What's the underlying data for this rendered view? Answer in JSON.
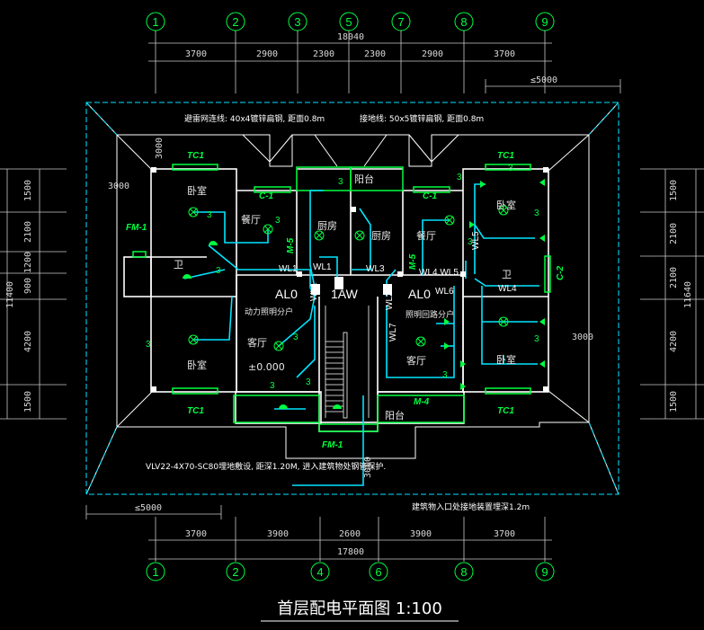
{
  "title": "首层配电平面图  1:100",
  "axes_top": [
    "1",
    "2",
    "3",
    "5",
    "7",
    "8",
    "9"
  ],
  "axes_bottom": [
    "1",
    "2",
    "4",
    "6",
    "8",
    "9"
  ],
  "top_total": "18040",
  "top_dims": [
    "3700",
    "2900",
    "2300",
    "2300",
    "2900",
    "3700"
  ],
  "top_right_dim": "≤5000",
  "bottom_dims": [
    "3700",
    "3900",
    "2600",
    "3900",
    "3700"
  ],
  "bottom_total": "17800",
  "bottom_left_dim": "≤5000",
  "left_dims": [
    "1500",
    "2100",
    "1200",
    "900",
    "4200",
    "1500"
  ],
  "left_total": "11400",
  "right_dims": [
    "1500",
    "2100",
    "2100",
    "4200",
    "1500"
  ],
  "right_total": "11640",
  "misc_dims": {
    "d3000_a": "3000",
    "d3000_b": "3000",
    "d3000_c": "3000",
    "d3000_d": "3000"
  },
  "notes": {
    "lightning": "避雷网连线: 40x4镀锌扁钢, 距面0.8m",
    "ground": "接地线: 50x5镀锌扁钢, 距面0.8m",
    "cable": "VLV22-4X70-SC80埋地敷设, 距深1.20M, 进入建筑物处钢管保护.",
    "entry": "建筑物入口处接地装置埋深1.2m",
    "elevation": "±0.000"
  },
  "rooms": {
    "bedroom": "卧室",
    "dining": "餐厅",
    "kitchen": "厨房",
    "living": "客厅",
    "toilet": "卫",
    "balcony": "阳台",
    "power_left": "动力照明分户",
    "power_right": "照明回路分户"
  },
  "wl": [
    "WL1",
    "WL2",
    "WL3",
    "WL4",
    "WL5",
    "WL6",
    "WL7",
    "WL4.WL5"
  ],
  "panels": [
    "AL0",
    "1AW",
    "AL0"
  ],
  "door_labels": [
    "TC1",
    "TC1",
    "TC1",
    "TC1",
    "C-1",
    "C-1",
    "C-2",
    "FM-1",
    "FM-1",
    "M-4",
    "M-5",
    "M-5"
  ],
  "circuit_mark": "3",
  "colors": {
    "wall": "#ffffff",
    "wire": "#00e5ff",
    "door": "#00ff40",
    "dim": "#d8d8d8",
    "device": "#00ff40"
  }
}
